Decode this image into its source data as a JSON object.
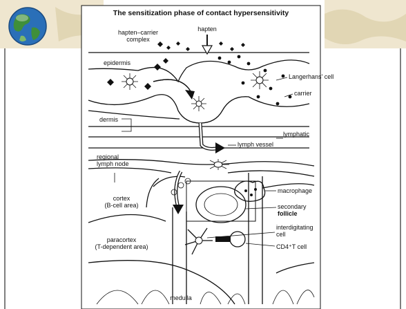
{
  "slide": {
    "title": "The sensitization phase of contact hypersensitivity",
    "decor_color": "#e8dfc6",
    "globe_ocean_color": "#2a6fb8",
    "globe_land_color": "#3f8f3a"
  },
  "labels": {
    "hapten_carrier_complex": [
      "hapten–carrier",
      "complex"
    ],
    "hapten": "hapten",
    "epidermis": "epidermis",
    "langerhans_cell": "Langerhans' cell",
    "carrier": "carrier",
    "dermis": "dermis",
    "lymphatic": "lymphatic",
    "lymph_vessel": "lymph vessel",
    "regional_lymph_node": [
      "regional",
      "lymph node"
    ],
    "cortex": [
      "cortex",
      "(B-cell area)"
    ],
    "macrophage": "macrophage",
    "secondary_follicle": [
      "secondary",
      "follicle"
    ],
    "interdigitating_cell": [
      "interdigitating",
      "cell"
    ],
    "cd4_t_cell": "CD4⁺T cell",
    "paracortex": [
      "paracortex",
      "(T-dependent area)"
    ],
    "medulla": "medulla"
  }
}
